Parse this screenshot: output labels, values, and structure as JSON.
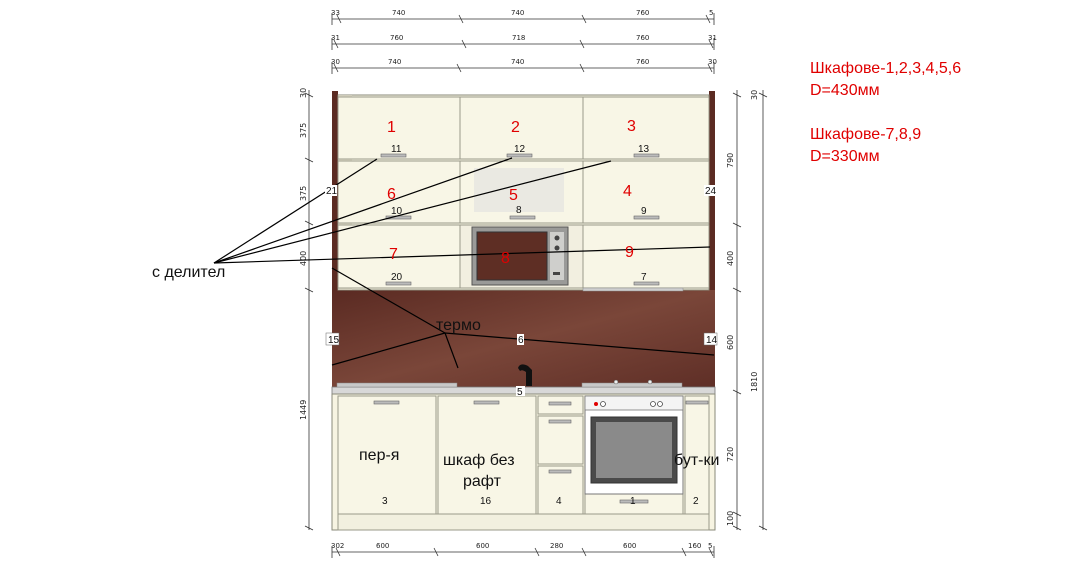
{
  "top_dims": {
    "row1": [
      "33",
      "740",
      "740",
      "760",
      "5"
    ],
    "row2": [
      "31",
      "760",
      "718",
      "760",
      "31"
    ],
    "row3": [
      "30",
      "740",
      "740",
      "760",
      "30"
    ]
  },
  "bottom_dims": [
    "302",
    "600",
    "600",
    "280",
    "600",
    "160",
    "5"
  ],
  "left_dims": [
    "30",
    "375",
    "375",
    "400",
    "1449"
  ],
  "right_dims": [
    "30",
    "790",
    "400",
    "600",
    "720",
    "100",
    "1810"
  ],
  "upper_cabinets": [
    {
      "num": "1",
      "handle": "11"
    },
    {
      "num": "2",
      "handle": "12"
    },
    {
      "num": "3",
      "handle": "13"
    },
    {
      "num": "6",
      "handle": "10"
    },
    {
      "num": "5",
      "handle": "8"
    },
    {
      "num": "4",
      "handle": "9"
    },
    {
      "num": "7",
      "handle": "20"
    },
    {
      "num": "8",
      "handle": ""
    },
    {
      "num": "9",
      "handle": "7"
    }
  ],
  "side_labels": {
    "left": "21",
    "right": "24",
    "left_mid": "15",
    "right_mid": "14",
    "center_top": "6",
    "center_bottom": "5"
  },
  "lower_cabinets": [
    {
      "num": "3",
      "label": "пер-я"
    },
    {
      "num": "16",
      "label": "шкаф без рафт"
    },
    {
      "num": "4",
      "label": ""
    },
    {
      "num": "1",
      "label": ""
    },
    {
      "num": "2",
      "label": "бут-ки"
    }
  ],
  "annotations": {
    "divider": "с делител",
    "thermo": "термо"
  },
  "notes": [
    "Шкафове-1,2,3,4,5,6",
    "D=430мм",
    "Шкафове-7,8,9",
    "D=330мм"
  ],
  "colors": {
    "cabinet": "#f7f4e2",
    "wood": "#5b2b22",
    "backsplash": "#6b3a31",
    "red": "#e00000"
  }
}
